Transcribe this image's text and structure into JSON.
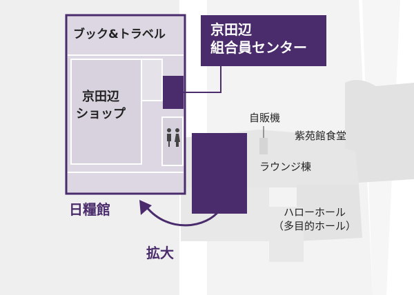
{
  "map": {
    "store_name": "ブック&トラベル",
    "shop_name_line1": "京田辺",
    "shop_name_line2": "ショップ",
    "center_name_line1": "京田辺",
    "center_name_line2": "組合員センター",
    "building_name": "日糧館",
    "zoom_label": "拡大",
    "vending_label": "自販機",
    "dining_label": "紫苑館食堂",
    "lounge_label": "ラウンジ棟",
    "hall_label_line1": "ハローホール",
    "hall_label_line2": "（多目的ホール）",
    "restroom_icon": "restroom-icon",
    "zoom_arrow_icon": "curved-arrow-icon"
  },
  "colors": {
    "accent_purple": "#4a2c6c",
    "floor_light": "#dcd7e2",
    "ground_light": "#efefef",
    "building_gray": "#e4e4e4"
  }
}
